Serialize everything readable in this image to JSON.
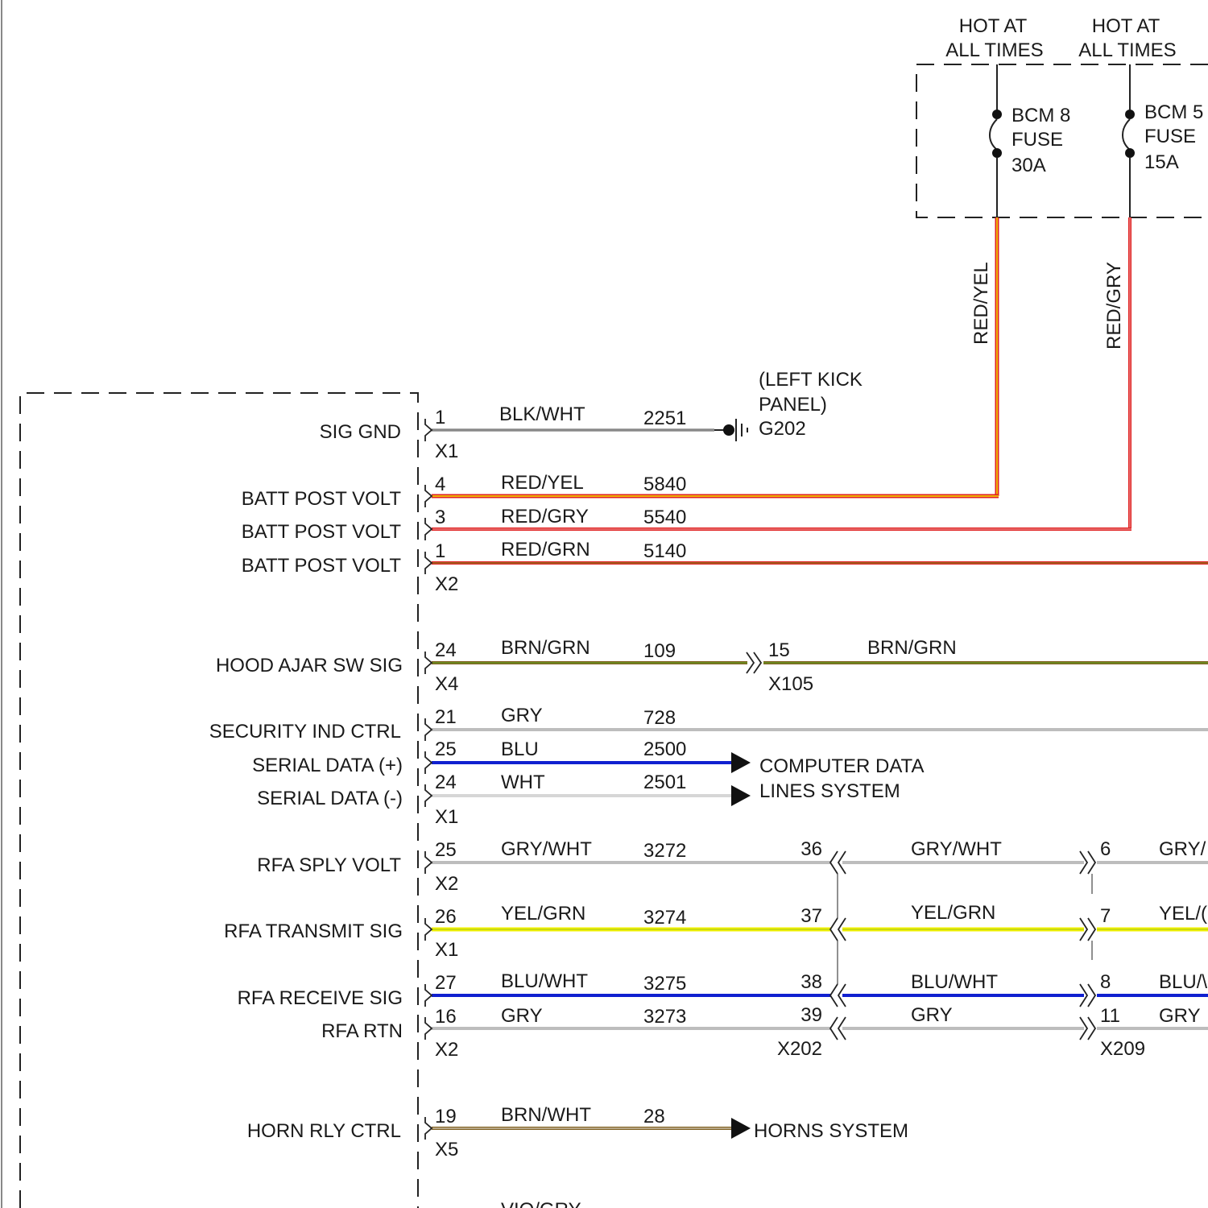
{
  "power_sources": [
    {
      "hot_line1": "HOT AT",
      "hot_line2": "ALL TIMES",
      "fuse_line1": "BCM 8",
      "fuse_line2": "FUSE",
      "fuse_line3": "30A",
      "wire_color_label": "RED/YEL"
    },
    {
      "hot_line1": "HOT AT",
      "hot_line2": "ALL TIMES",
      "fuse_line1": "BCM 5",
      "fuse_line2": "FUSE",
      "fuse_line3": "15A",
      "wire_color_label": "RED/GRY"
    }
  ],
  "ground": {
    "line1": "(LEFT KICK",
    "line2": "PANEL)",
    "id": "G202"
  },
  "module_pins": [
    {
      "signal": "SIG GND",
      "pin": "1",
      "connector": "X1",
      "wire_color": "BLK/WHT",
      "circuit": "2251"
    },
    {
      "signal": "BATT POST VOLT",
      "pin": "4",
      "connector": "",
      "wire_color": "RED/YEL",
      "circuit": "5840"
    },
    {
      "signal": "BATT POST VOLT",
      "pin": "3",
      "connector": "",
      "wire_color": "RED/GRY",
      "circuit": "5540"
    },
    {
      "signal": "BATT POST VOLT",
      "pin": "1",
      "connector": "X2",
      "wire_color": "RED/GRN",
      "circuit": "5140"
    },
    {
      "signal": "HOOD AJAR SW SIG",
      "pin": "24",
      "connector": "X4",
      "wire_color": "BRN/GRN",
      "circuit": "109"
    },
    {
      "signal": "SECURITY IND CTRL",
      "pin": "21",
      "connector": "",
      "wire_color": "GRY",
      "circuit": "728"
    },
    {
      "signal": "SERIAL DATA (+)",
      "pin": "25",
      "connector": "",
      "wire_color": "BLU",
      "circuit": "2500"
    },
    {
      "signal": "SERIAL DATA (-)",
      "pin": "24",
      "connector": "X1",
      "wire_color": "WHT",
      "circuit": "2501"
    },
    {
      "signal": "RFA SPLY VOLT",
      "pin": "25",
      "connector": "X2",
      "wire_color": "GRY/WHT",
      "circuit": "3272"
    },
    {
      "signal": "RFA TRANSMIT SIG",
      "pin": "26",
      "connector": "X1",
      "wire_color": "YEL/GRN",
      "circuit": "3274"
    },
    {
      "signal": "RFA RECEIVE SIG",
      "pin": "27",
      "connector": "",
      "wire_color": "BLU/WHT",
      "circuit": "3275"
    },
    {
      "signal": "RFA RTN",
      "pin": "16",
      "connector": "X2",
      "wire_color": "GRY",
      "circuit": "3273"
    },
    {
      "signal": "HORN RLY CTRL",
      "pin": "19",
      "connector": "X5",
      "wire_color": "BRN/WHT",
      "circuit": "28"
    }
  ],
  "x105": {
    "name": "X105",
    "pin": "15",
    "wire_color": "BRN/GRN"
  },
  "x202": {
    "name": "X202",
    "pins": [
      "36",
      "37",
      "38",
      "39"
    ],
    "wire_colors": [
      "GRY/WHT",
      "YEL/GRN",
      "BLU/WHT",
      "GRY"
    ]
  },
  "x209": {
    "name": "X209",
    "pins": [
      "6",
      "7",
      "8",
      "11"
    ],
    "wire_colors": [
      "GRY/",
      "YEL/(",
      "BLU/\\",
      "GRY"
    ]
  },
  "destinations": {
    "computer_data_line1": "COMPUTER DATA",
    "computer_data_line2": "LINES SYSTEM",
    "horns": "HORNS SYSTEM"
  },
  "partial_bottom_label": "VIO/GRY",
  "wire_colors": {
    "red": "#e02020",
    "yellow": "#f2e600",
    "blue": "#1020d0",
    "gray": "#bdbdbd",
    "brown": "#806020",
    "green": "#60a020",
    "black": "#555555"
  }
}
